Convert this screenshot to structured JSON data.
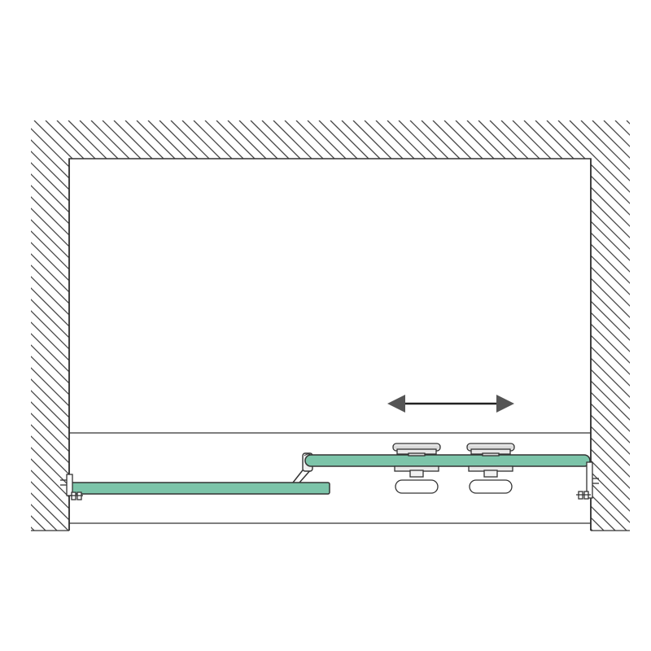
{
  "diagram": {
    "type": "top-view sliding shower door section",
    "components": [
      {
        "id": "wall-left",
        "kind": "hatched-wall"
      },
      {
        "id": "wall-top",
        "kind": "hatched-wall"
      },
      {
        "id": "wall-right",
        "kind": "hatched-wall"
      },
      {
        "id": "fixed-glass-panel",
        "kind": "glass"
      },
      {
        "id": "sliding-glass-panel",
        "kind": "glass"
      },
      {
        "id": "roller-left",
        "kind": "roller"
      },
      {
        "id": "roller-right",
        "kind": "roller"
      },
      {
        "id": "wall-bracket-left",
        "kind": "bracket"
      },
      {
        "id": "wall-bracket-right",
        "kind": "bracket"
      },
      {
        "id": "slide-direction-arrow",
        "kind": "double-arrow"
      }
    ]
  },
  "colors": {
    "glass": "#7cc4a9",
    "outline": "#333333",
    "hatch": "#444444",
    "arrow_head": "#555555",
    "background": "#ffffff"
  }
}
